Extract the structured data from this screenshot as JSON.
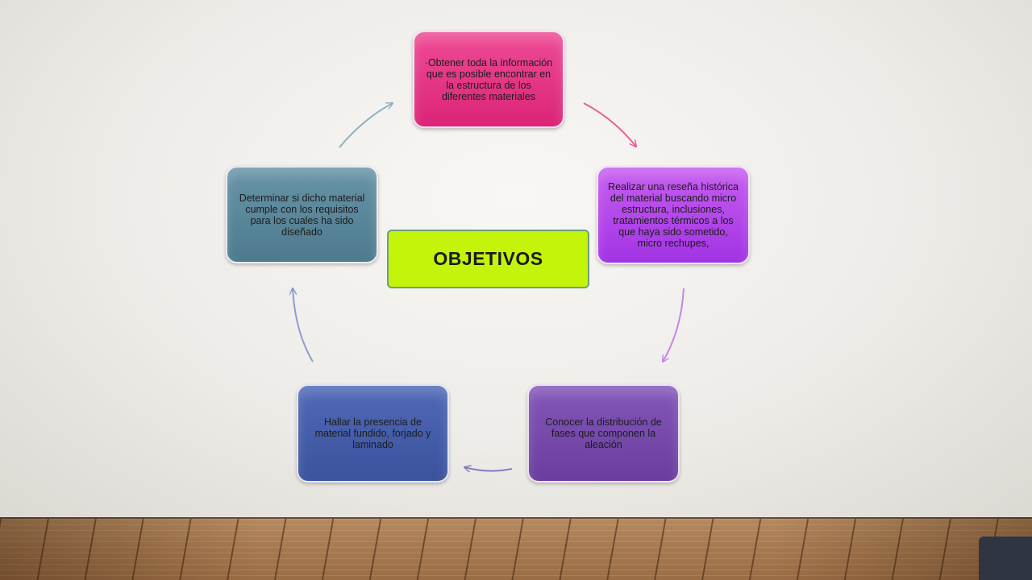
{
  "diagram": {
    "center_label": "OBJETIVOS",
    "nodes": [
      {
        "text": "Obtener toda la información que es posible encontrar en la estructura de los diferentes materiales",
        "bullet": "·",
        "color": "#e0307f"
      },
      {
        "text": "Realizar una reseña histórica del material buscando micro estructura, inclusiones, tratamientos térmicos a los que haya sido sometido, micro rechupes,",
        "color": "#b048e8"
      },
      {
        "text": "Conocer la distribución de fases que componen la aleación",
        "color": "#7549aa"
      },
      {
        "text": "Hallar la presencia de material fundido, forjado y laminado",
        "color": "#445ca6"
      },
      {
        "text": "Determinar si dicho material cumple con los requisitos para los cuales ha sido diseñado",
        "color": "#578496"
      }
    ],
    "center_color": "#c3f40a",
    "arrow_colors": [
      "#ea5d9a",
      "#c684e8",
      "#8a7bc0",
      "#8c9ecf",
      "#8fb0c0"
    ]
  }
}
